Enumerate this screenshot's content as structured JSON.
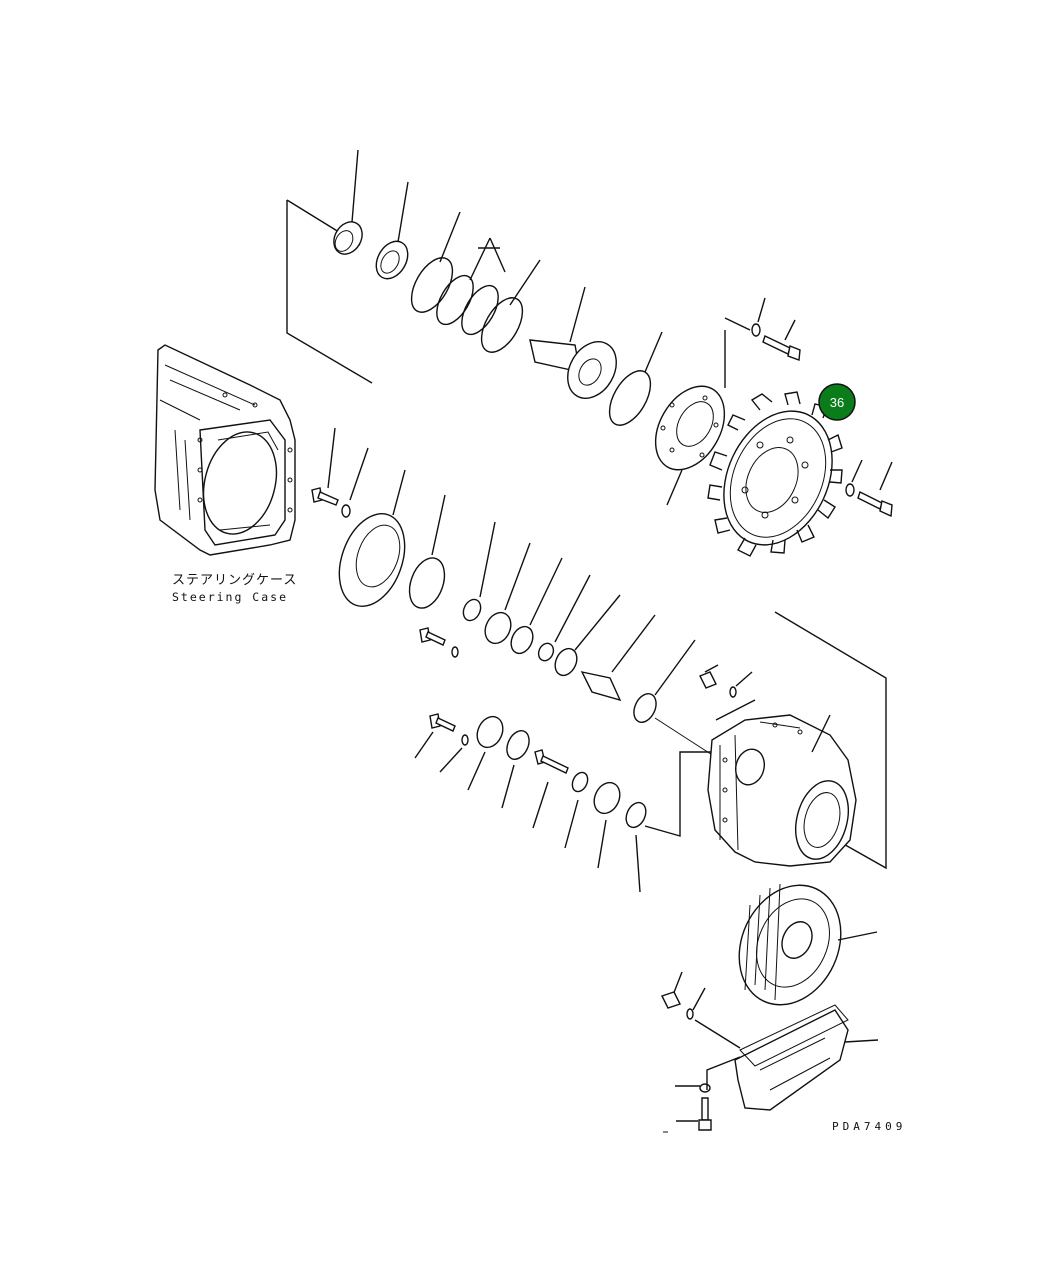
{
  "diagram": {
    "case_label_jp": "ステアリングケース",
    "case_label_en": "Steering Case",
    "drawing_number": "PDA7409",
    "callout": {
      "number": "36",
      "color": "#0a7d1a"
    }
  }
}
